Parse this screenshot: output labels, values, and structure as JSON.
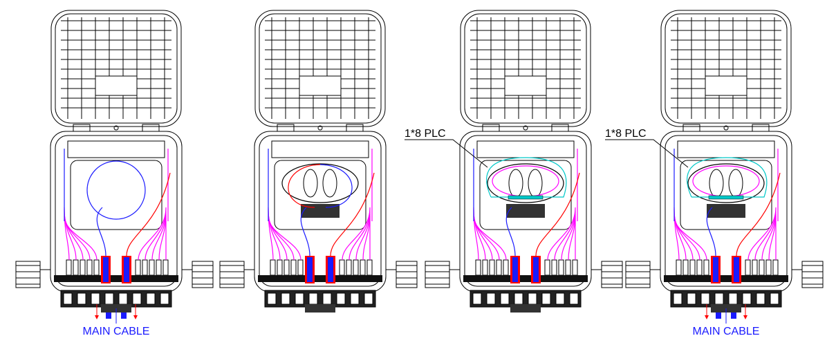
{
  "colors": {
    "line": "#000000",
    "main_cable": "#1a1aff",
    "drop": "#ff00ff",
    "feeder": "#ff0000",
    "plc": "#00c8c8"
  },
  "panels": [
    {
      "id": "enclosure-1",
      "tray": "circle",
      "plc_label": null,
      "main_cable_label": "MAIN CABLE"
    },
    {
      "id": "enclosure-2",
      "tray": "oval",
      "plc_label": null,
      "main_cable_label": null
    },
    {
      "id": "enclosure-3",
      "tray": "oval-plc",
      "plc_label": "1*8 PLC",
      "main_cable_label": null
    },
    {
      "id": "enclosure-4",
      "tray": "oval-plc",
      "plc_label": "1*8 PLC",
      "main_cable_label": "MAIN CABLE"
    }
  ]
}
